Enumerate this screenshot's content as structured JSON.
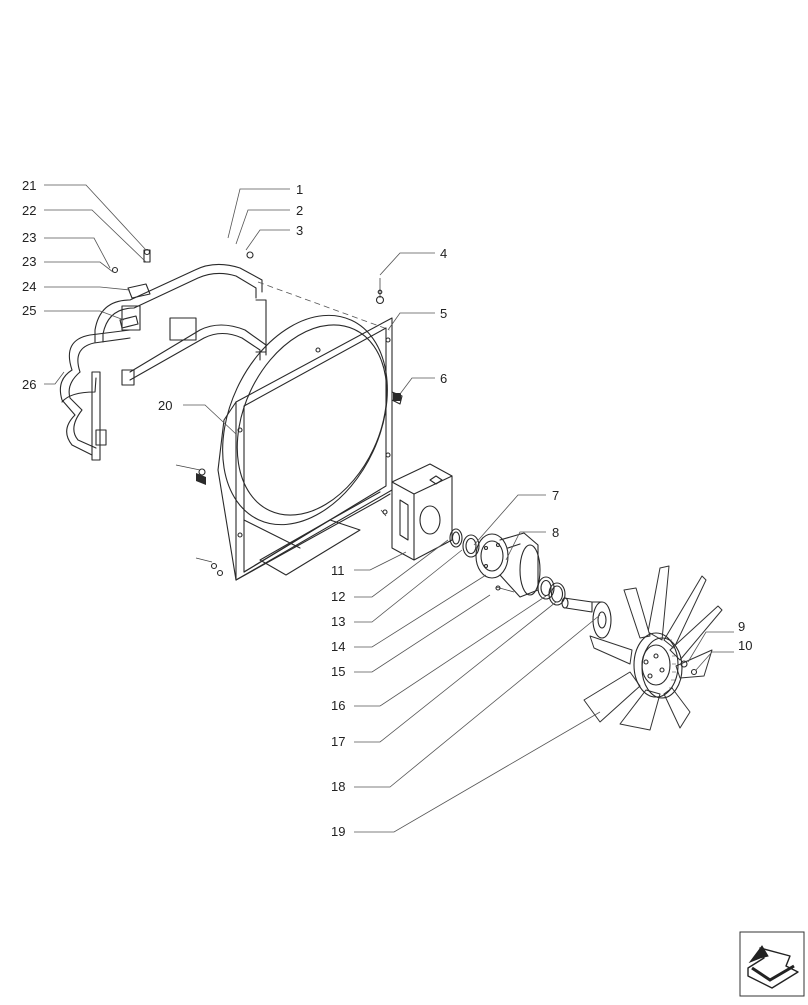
{
  "callouts": [
    "1",
    "2",
    "3",
    "4",
    "5",
    "6",
    "7",
    "8",
    "9",
    "10",
    "11",
    "12",
    "13",
    "14",
    "15",
    "16",
    "17",
    "18",
    "19",
    "20",
    "21",
    "22",
    "23",
    "23",
    "24",
    "25",
    "26"
  ],
  "nav_icon": "next-page-arrow-icon"
}
